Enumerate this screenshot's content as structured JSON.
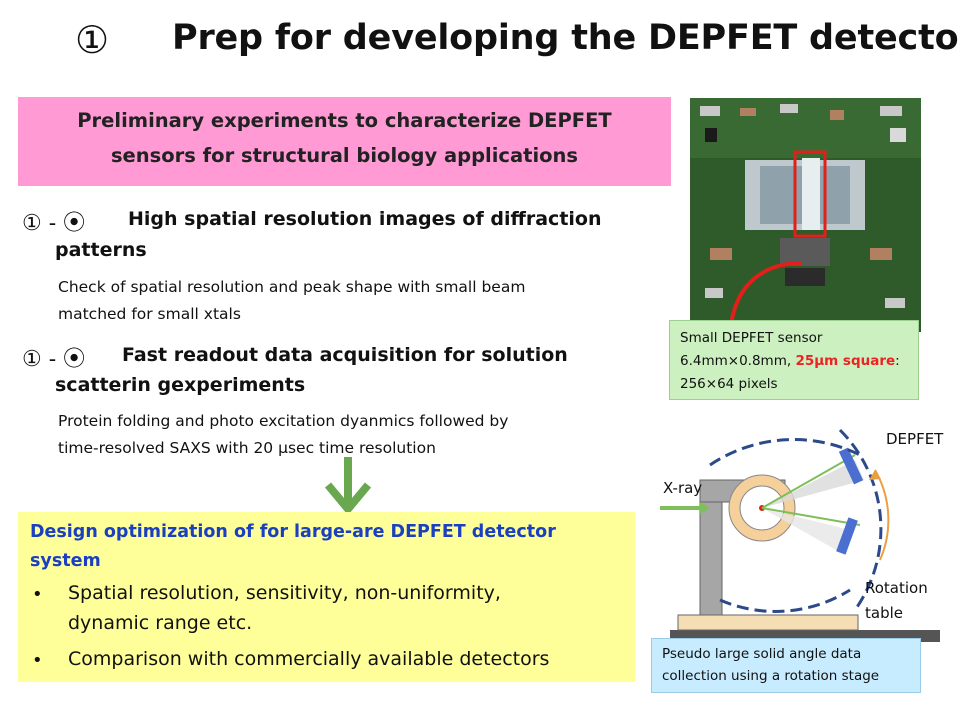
{
  "title": {
    "number": "①",
    "text": "Prep for developing the DEPFET detector"
  },
  "highlight": {
    "line1": "Preliminary experiments to characterize DEPFET",
    "line2": "sensors for structural biology applications"
  },
  "items": [
    {
      "number": "① - ⦿",
      "heading_line1": "High spatial resolution images of diffraction",
      "heading_line2": "patterns",
      "desc_line1": "Check of spatial resolution and peak shape with small beam",
      "desc_line2": "matched for small xtals"
    },
    {
      "number": "① - ⦿",
      "heading_line1": "Fast readout data acquisition for solution",
      "heading_line2": "scatterin gexperiments",
      "desc_line1": "Protein folding and photo excitation dyanmics followed by",
      "desc_line2": "time-resolved SAXS with 20 μsec time resolution"
    }
  ],
  "design": {
    "title_line1": "Design optimization of for large-are DEPFET detector",
    "title_line2": "system",
    "items": [
      {
        "line1": "Spatial resolution, sensitivity, non-uniformity,",
        "line2": "dynamic range etc."
      },
      {
        "line1": "Comparison with commercially available detectors",
        "line2": ""
      }
    ]
  },
  "sensor_caption": {
    "line1": "Small DEPFET sensor",
    "line2_prefix": "6.4mm×0.8mm, ",
    "line2_highlight": "25μm square",
    "line2_suffix": ":",
    "line3": "256×64 pixels"
  },
  "diagram_labels": {
    "depfet": "DEPFET",
    "xray": "X-ray",
    "rotation": "Rotation",
    "table": "table"
  },
  "stage_caption": {
    "line1": "Pseudo large solid angle data",
    "line2": "collection using a rotation stage"
  },
  "colors": {
    "pink_box": "#ff9ad5",
    "yellow_box": "#ffff99",
    "green_box": "#ccf0c0",
    "blue_box": "#c8ecff",
    "design_title": "#1a3fc0",
    "arrow": "#6aa84f",
    "highlight_red": "#ee2222"
  },
  "icons": {
    "down_arrow": "down-arrow-icon",
    "xray_arrow": "right-arrow-icon",
    "rotation_arrow": "curved-arrow-icon"
  }
}
